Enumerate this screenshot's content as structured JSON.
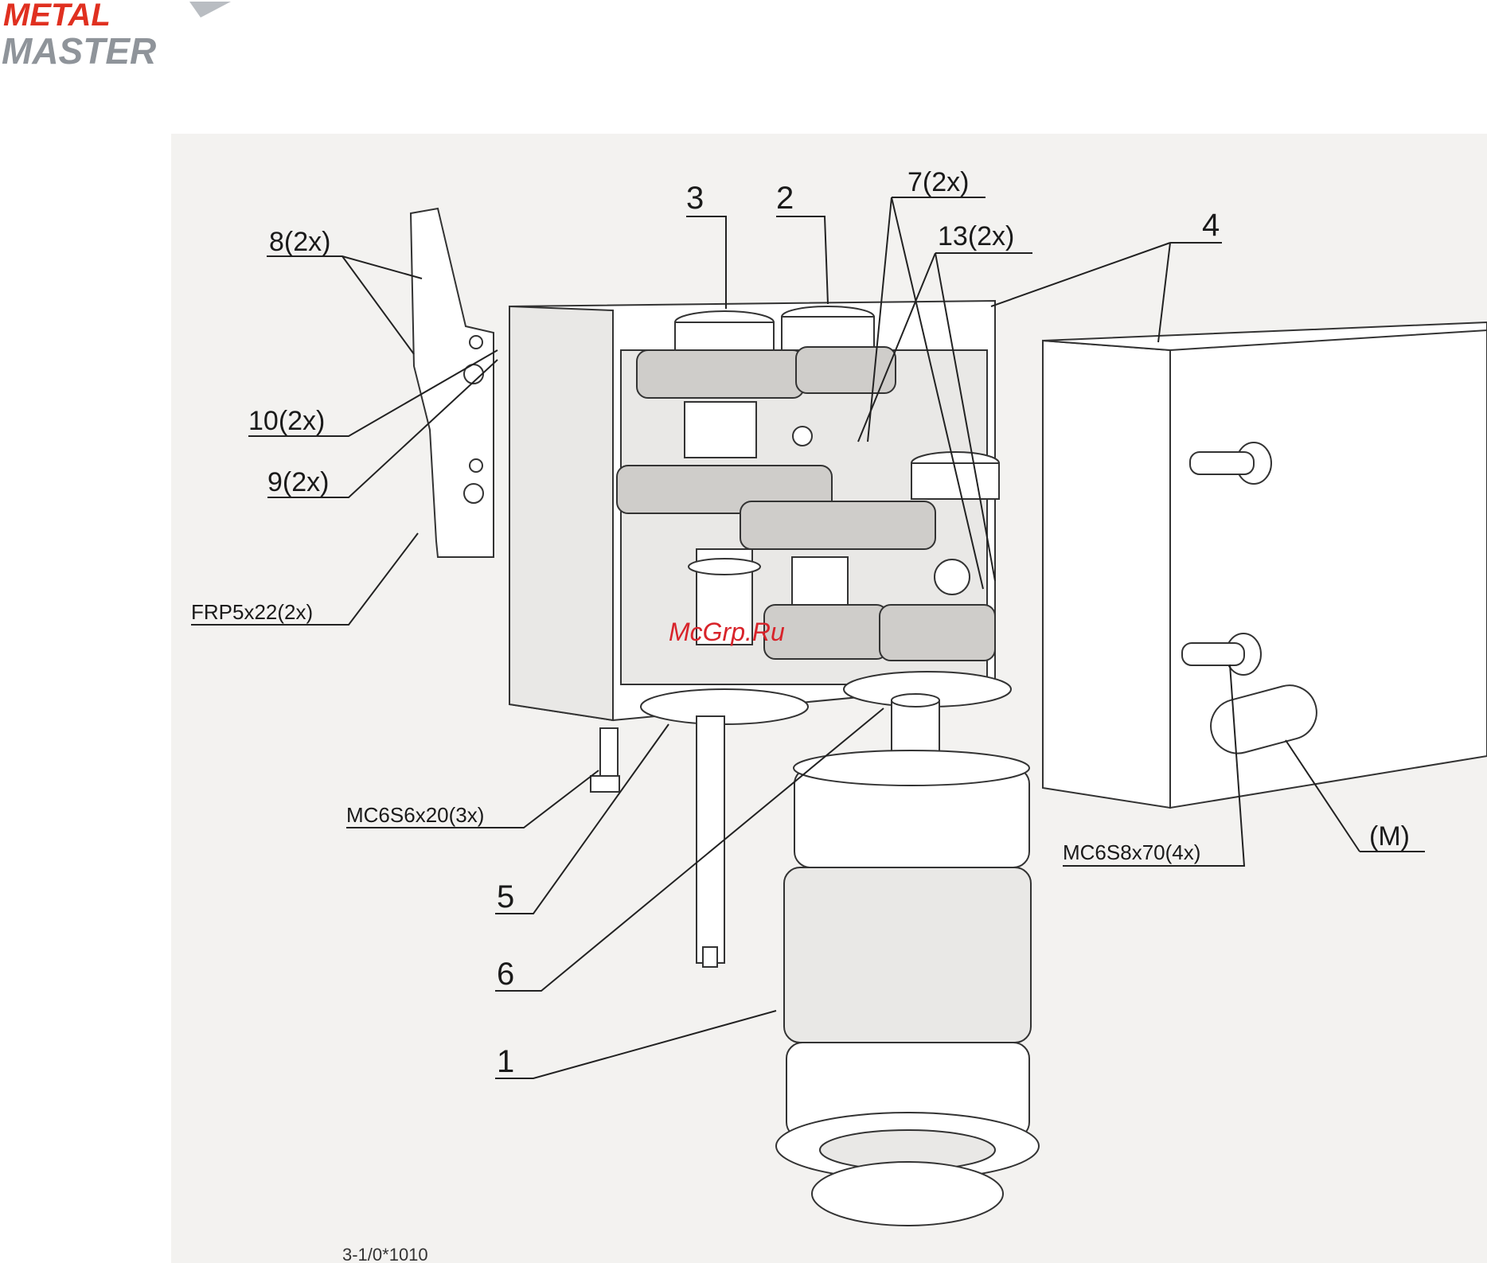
{
  "logo": {
    "line1": "METAL",
    "line2": "MASTER"
  },
  "callouts": {
    "c8": "8(2x)",
    "c10": "10(2x)",
    "c9": "9(2x)",
    "frp": "FRP5x22(2x)",
    "c3": "3",
    "c2": "2",
    "c7": "7(2x)",
    "c13": "13(2x)",
    "c4": "4",
    "mc6s6": "MC6S6x20(3x)",
    "c5": "5",
    "c6": "6",
    "c1": "1",
    "mc6s8": "MC6S8x70(4x)",
    "m": "(M)"
  },
  "watermark": "McGrp.Ru",
  "footer": "3-1/0*1010"
}
